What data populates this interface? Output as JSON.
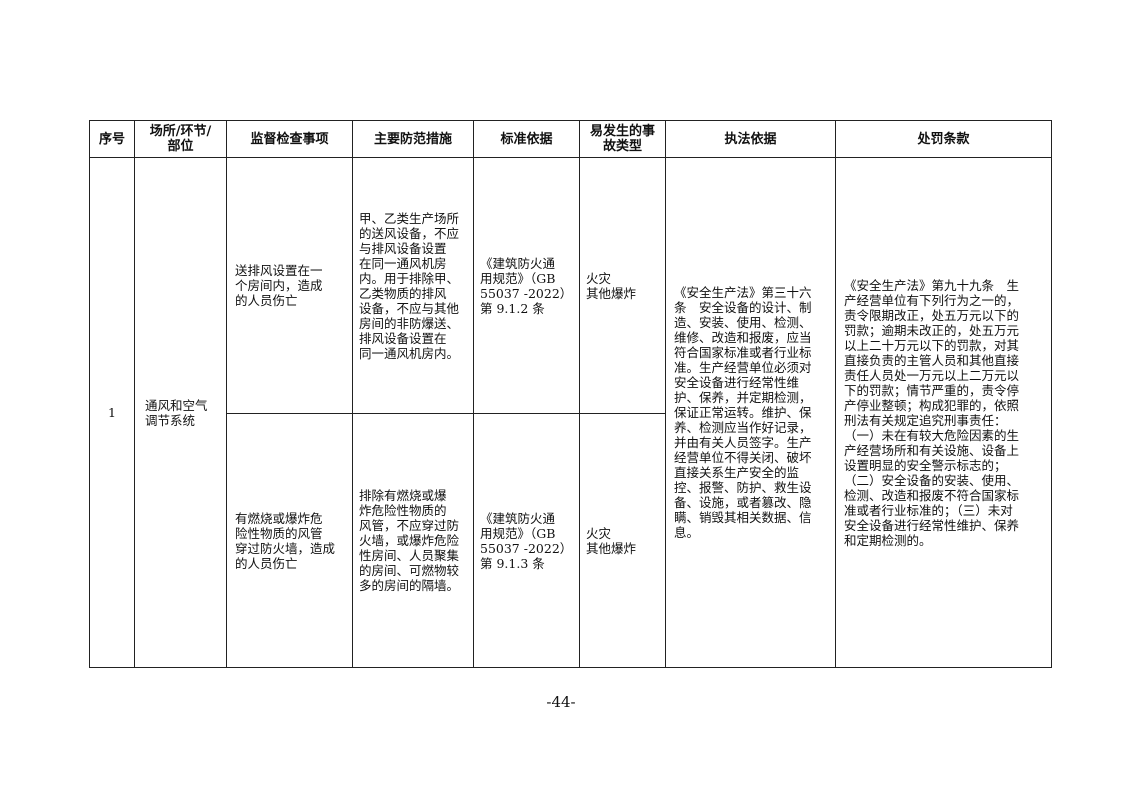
{
  "headers": {
    "seq": "序号",
    "place": "场所/环节/\n部位",
    "item": "监督检查事项",
    "measure": "主要防范措施",
    "standard": "标准依据",
    "accident": "易发生的事\n故类型",
    "law": "执法依据",
    "penalty": "处罚条款"
  },
  "row": {
    "seq": "1",
    "place": "通风和空气\n调节系统",
    "law": "《安全生产法》第三十六\n条　安全设备的设计、制\n造、安装、使用、检测、\n维修、改造和报废，应当\n符合国家标准或者行业标\n准。生产经营单位必须对\n安全设备进行经常性维\n护、保养，并定期检测，\n保证正常运转。维护、保\n养、检测应当作好记录，\n并由有关人员签字。生产\n经营单位不得关闭、破坏\n直接关系生产安全的监\n控、报警、防护、救生设\n备、设施，或者篡改、隐\n瞒、销毁其相关数据、信\n息。",
    "penalty": "《安全生产法》第九十九条　生\n产经营单位有下列行为之一的，\n责令限期改正，处五万元以下的\n罚款；逾期未改正的，处五万元\n以上二十万元以下的罚款，对其\n直接负责的主管人员和其他直接\n责任人员处一万元以上二万元以\n下的罚款；情节严重的，责令停\n产停业整顿；构成犯罪的，依照\n刑法有关规定追究刑事责任：\n（一）未在有较大危险因素的生\n产经营场所和有关设施、设备上\n设置明显的安全警示标志的；\n（二）安全设备的安装、使用、\n检测、改造和报废不符合国家标\n准或者行业标准的；（三）未对\n安全设备进行经常性维护、保养\n和定期检测的。",
    "sub": [
      {
        "item": "送排风设置在一\n个房间内，造成\n的人员伤亡",
        "measure": "甲、乙类生产场所\n的送风设备，不应\n与排风设备设置\n在同一通风机房\n内。用于排除甲、\n乙类物质的排风\n设备，不应与其他\n房间的非防爆送、\n排风设备设置在\n同一通风机房内。",
        "standard": "《建筑防火通\n用规范》（GB\n55037 -2022）\n第 9.1.2 条",
        "accident": "火灾\n其他爆炸"
      },
      {
        "item": "有燃烧或爆炸危\n险性物质的风管\n穿过防火墙，造成\n的人员伤亡",
        "measure": "排除有燃烧或爆\n炸危险性物质的\n风管，不应穿过防\n火墙，或爆炸危险\n性房间、人员聚集\n的房间、可燃物较\n多的房间的隔墙。",
        "standard": "《建筑防火通\n用规范》（GB\n55037 -2022）\n第 9.1.3 条",
        "accident": "火灾\n其他爆炸"
      }
    ]
  },
  "page_number": "-44-"
}
